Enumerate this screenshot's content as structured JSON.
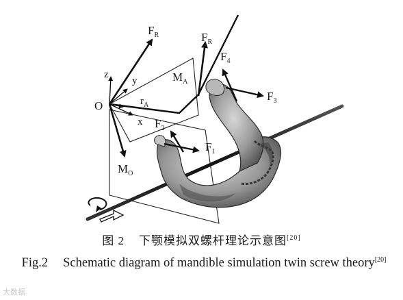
{
  "figure": {
    "origin_label": "O",
    "axes": {
      "z": "z",
      "y": "y",
      "x": "x"
    },
    "labels": {
      "F_R_left": {
        "main": "F",
        "sub": "R"
      },
      "F_R_right": {
        "main": "F",
        "sub": "R"
      },
      "M_A": {
        "main": "M",
        "sub": "A"
      },
      "r_A": {
        "main": "r",
        "sub": "A"
      },
      "M_O": {
        "main": "M",
        "sub": "O"
      },
      "F1": {
        "main": "F",
        "sub": "1"
      },
      "F2": {
        "main": "F",
        "sub": "2"
      },
      "F3": {
        "main": "F",
        "sub": "3"
      },
      "F4": {
        "main": "F",
        "sub": "4"
      }
    }
  },
  "caption": {
    "cn_prefix": "图 2",
    "cn_title": "下颚模拟双螺杆理论示意图",
    "cn_ref": "[20]",
    "en_prefix": "Fig.2",
    "en_title": "Schematic diagram of mandible simulation twin screw theory",
    "en_ref": "[20]"
  },
  "watermark": "大数据"
}
